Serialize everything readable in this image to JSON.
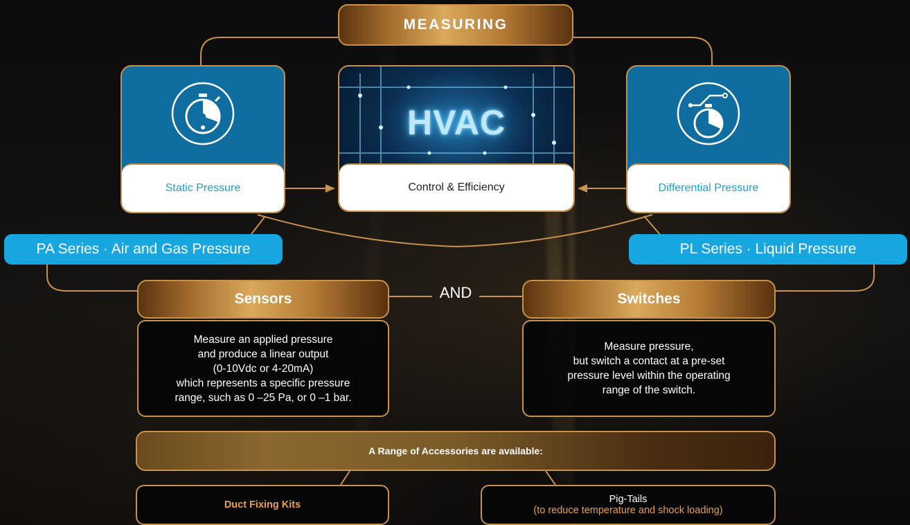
{
  "header": {
    "title": "MEASURING"
  },
  "cards": {
    "static": {
      "label": "Static Pressure"
    },
    "hvac": {
      "title": "HVAC",
      "label": "Control & Efficiency"
    },
    "differential": {
      "label": "Differential Pressure"
    }
  },
  "series": {
    "pa": "PA Series · Air and Gas Pressure",
    "pl": "PL Series · Liquid Pressure"
  },
  "connector": "AND",
  "sensors": {
    "title": "Sensors",
    "text": "Measure an applied pressure\nand produce a linear output\n(0-10Vdc or 4-20mA)\nwhich represents a specific pressure\nrange, such as 0 –25 Pa, or 0 –1 bar."
  },
  "switches": {
    "title": "Switches",
    "text": "Measure pressure,\nbut switch a contact at a pre-set\npressure level within the operating\nrange of the switch."
  },
  "accessories": {
    "title": "A Range of Accessories are available:",
    "items": [
      {
        "label": "Duct Fixing Kits"
      },
      {
        "label": "Pig-Tails",
        "sublabel": "(to reduce temperature and shock loading)"
      }
    ]
  },
  "colors": {
    "gold": "#c8924a",
    "blue_card": "#0f6d9f",
    "pill_blue": "#17a6df",
    "label_blue": "#1b9fd6",
    "accessory_text": "#e8a14c"
  }
}
